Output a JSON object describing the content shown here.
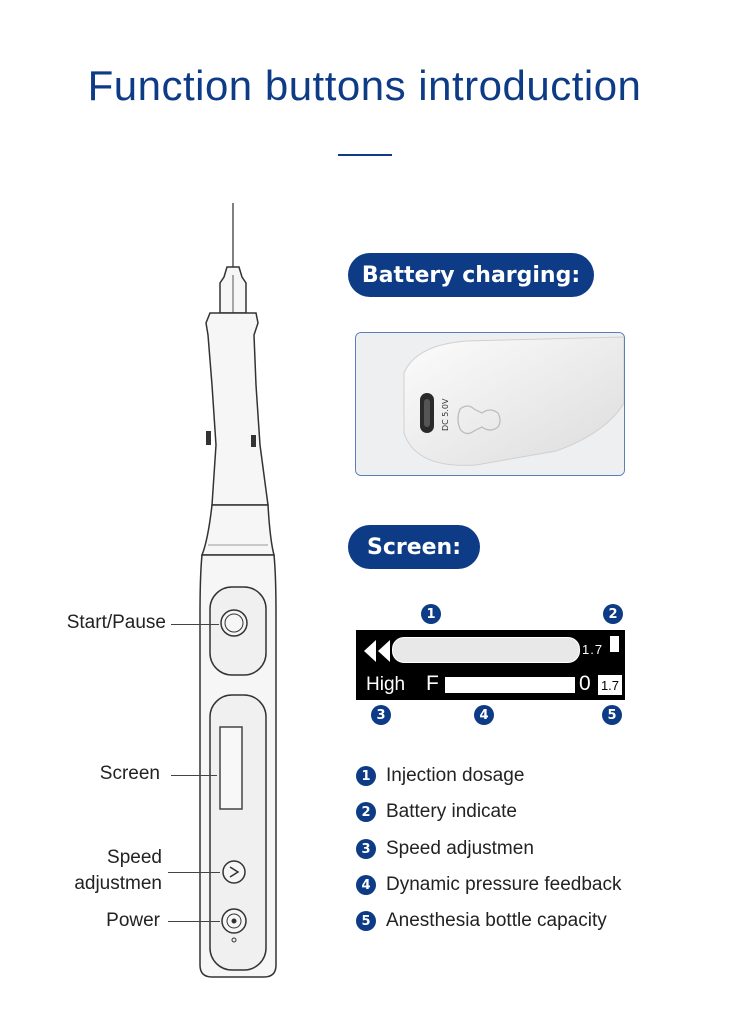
{
  "title": "Function buttons introduction",
  "battery_section": {
    "heading": "Battery charging:",
    "port_label": "DC 5.0V"
  },
  "screen_section": {
    "heading": "Screen:",
    "display": {
      "top_value": "1.7",
      "speed_text": "High",
      "pressure_letter": "F",
      "pressure_value": "0",
      "capacity_value": "1.7"
    },
    "markers": [
      "1",
      "2",
      "3",
      "4",
      "5"
    ]
  },
  "callouts": {
    "start_pause": "Start/Pause",
    "screen": "Screen",
    "speed_line1": "Speed",
    "speed_line2": "adjustmen",
    "power": "Power"
  },
  "legend": [
    {
      "num": "1",
      "text": "Injection dosage"
    },
    {
      "num": "2",
      "text": "Battery indicate"
    },
    {
      "num": "3",
      "text": "Speed adjustmen"
    },
    {
      "num": "4",
      "text": "Dynamic pressure feedback"
    },
    {
      "num": "5",
      "text": "Anesthesia bottle capacity"
    }
  ],
  "colors": {
    "brand": "#0d3b86",
    "pen_body": "#f4f4f4",
    "outline": "#333333"
  }
}
